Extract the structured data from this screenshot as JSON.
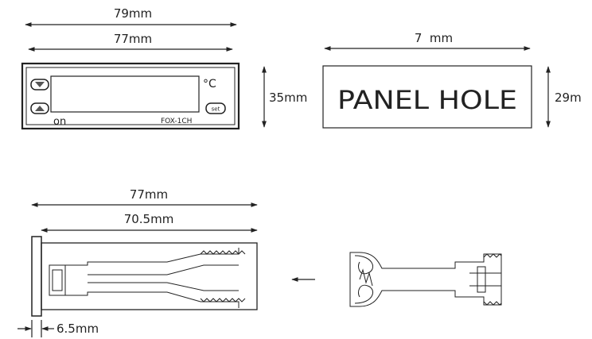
{
  "front_view": {
    "dim_outer": "79mm",
    "dim_inner": "77mm",
    "dim_height": "35mm",
    "unit_symbol": "°C",
    "on_label": "on",
    "model_label": "FOX-1CH",
    "set_label": "set"
  },
  "panel_hole": {
    "label": "PANEL HOLE",
    "dim_width": "7  mm",
    "dim_height": "29m"
  },
  "side_view": {
    "dim_outer": "77mm",
    "dim_inner": "70.5mm",
    "dim_flange": "6.5mm"
  }
}
